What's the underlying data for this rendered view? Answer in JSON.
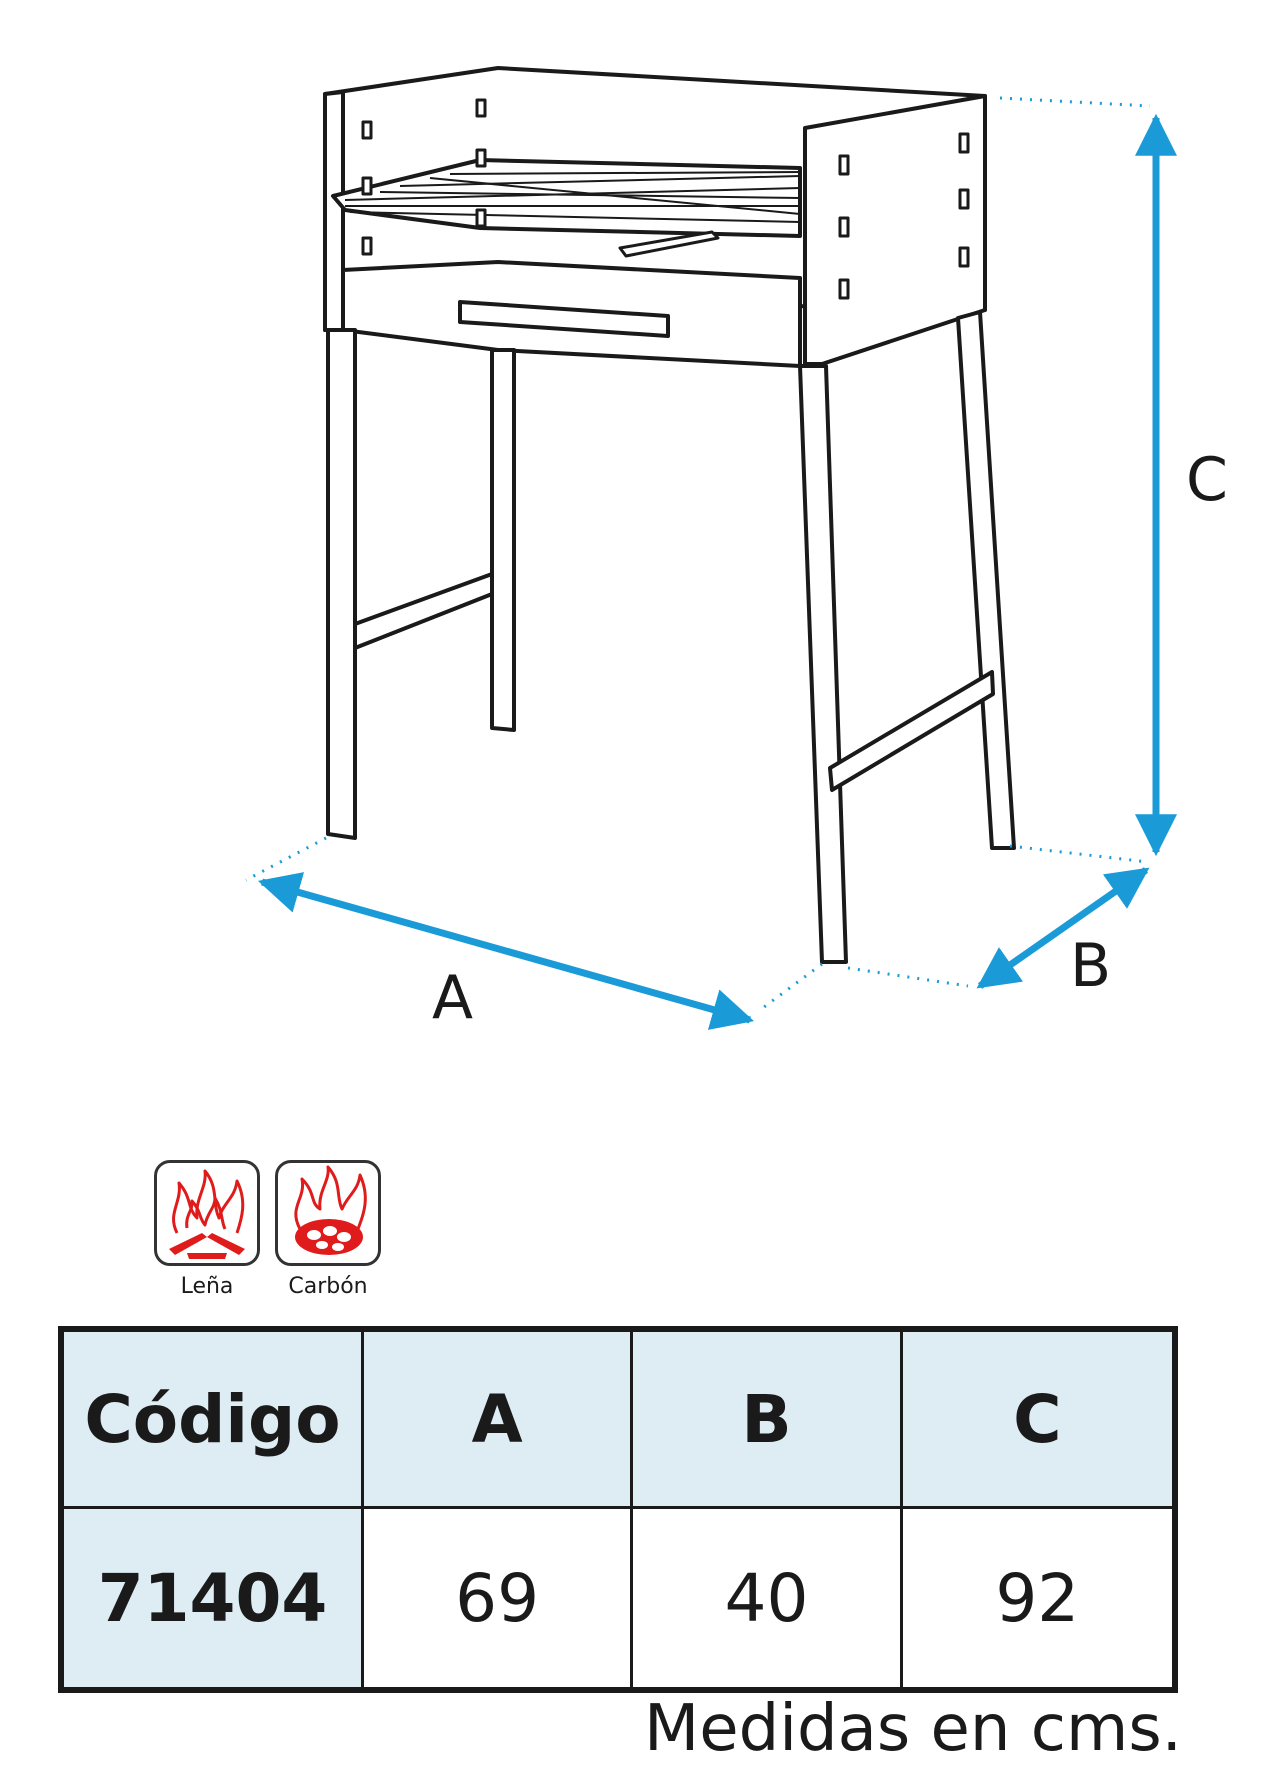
{
  "diagram": {
    "dimension_labels": {
      "a": "A",
      "b": "B",
      "c": "C"
    },
    "arrow_color": "#1a9bd7",
    "line_color": "#1a1a1a"
  },
  "fuel_types": [
    {
      "label": "Leña",
      "icon": "firewood-flame-icon",
      "color": "#e01b1b"
    },
    {
      "label": "Carbón",
      "icon": "charcoal-flame-icon",
      "color": "#e01b1b"
    }
  ],
  "table": {
    "headers": [
      "Código",
      "A",
      "B",
      "C"
    ],
    "rows": [
      {
        "code": "71404",
        "a": "69",
        "b": "40",
        "c": "92"
      }
    ],
    "header_bg": "#deecf3"
  },
  "footnote": "Medidas en cms."
}
